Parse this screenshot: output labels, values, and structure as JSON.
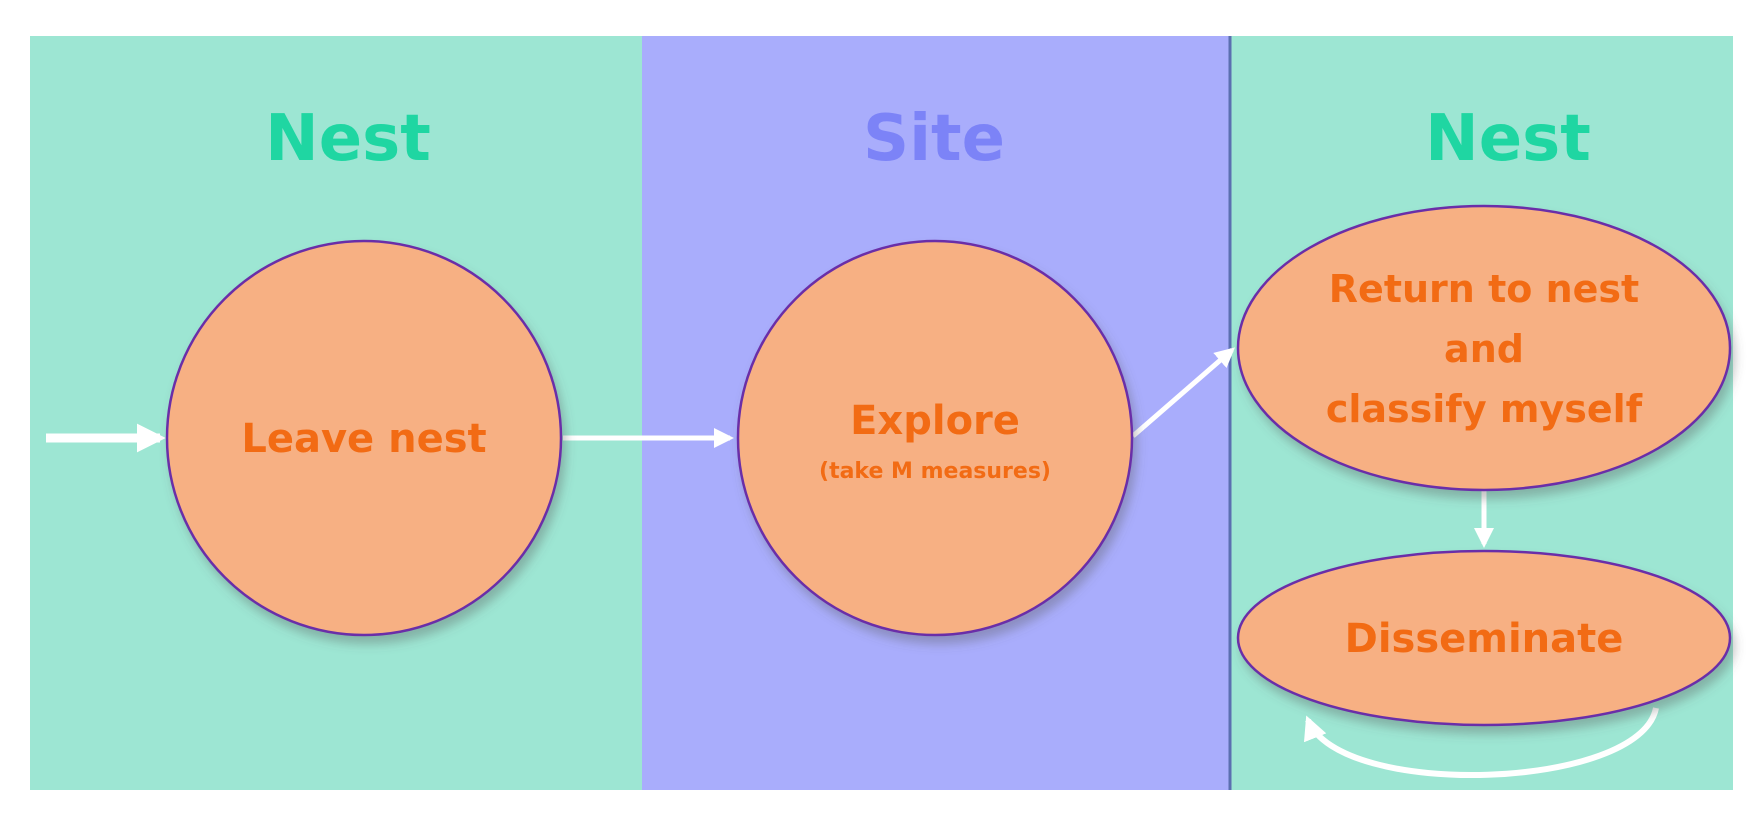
{
  "regions": [
    {
      "id": "nest-left",
      "title": "Nest"
    },
    {
      "id": "site",
      "title": "Site"
    },
    {
      "id": "nest-right",
      "title": "Nest"
    }
  ],
  "nodes": {
    "leave_nest": {
      "label": "Leave nest"
    },
    "explore": {
      "label": "Explore",
      "sublabel": "(take M measures)"
    },
    "return_classify": {
      "lines": [
        "Return to nest",
        "and",
        "classify myself"
      ]
    },
    "disseminate": {
      "label": "Disseminate"
    }
  },
  "colors": {
    "nest_bg": "#9de6d3",
    "site_bg": "#a9adfc",
    "nest_title": "#1fd6a2",
    "site_title": "#7c83f7",
    "node_fill": "#f7b083",
    "node_stroke": "#6b2fa8",
    "node_text": "#f26b14",
    "arrow": "#ffffff"
  }
}
